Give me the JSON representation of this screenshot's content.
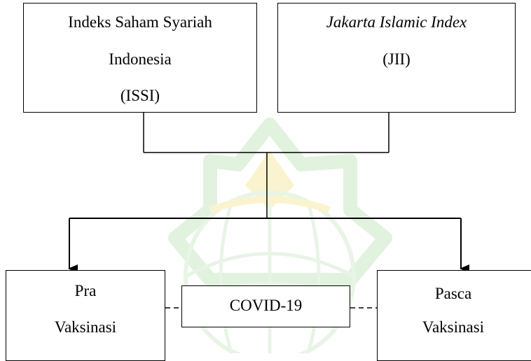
{
  "diagram": {
    "top_left_box": {
      "lines": [
        "Indeks Saham Syariah",
        "Indonesia",
        "(ISSI)"
      ]
    },
    "top_right_box": {
      "lines": [
        "Jakarta Islamic Index",
        "(JII)"
      ]
    },
    "bottom_left_box": {
      "lines": [
        "Pra",
        "Vaksinasi"
      ]
    },
    "center_box": {
      "label": "COVID-19"
    },
    "bottom_right_box": {
      "lines": [
        "Pasca",
        "Vaksinasi"
      ]
    },
    "watermark": {
      "description_icon": "university-logo-watermark",
      "colors": {
        "green": "#c9e8c4",
        "yellow": "#f7eba8"
      }
    }
  }
}
